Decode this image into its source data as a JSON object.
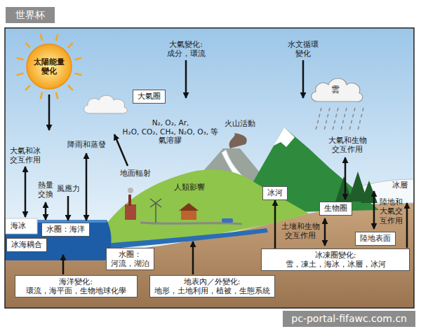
{
  "diagram": {
    "nodes": [
      {
        "text": [
          "太陽能量 變化"
        ]
      },
      {
        "text": [
          "大氣圈"
        ]
      },
      {
        "text": [
          "雲"
        ]
      },
      {
        "text": [
          "冰河"
        ]
      },
      {
        "text": [
          "生物圈"
        ]
      },
      {
        "text": [
          "水圈：海洋"
        ]
      },
      {
        "text": [
          "陸地表面"
        ]
      },
      {
        "text": [
          "冰海耦合"
        ]
      },
      {
        "text": [
          "水圈：",
          "河流，湖泊"
        ]
      },
      {
        "text": [
          "冰凍圈變化:",
          "雪，凍土，海冰，冰層，冰河"
        ]
      },
      {
        "text": [
          "海洋變化:",
          "環流，海平面，生物地球化學"
        ]
      },
      {
        "text": [
          "地表內／外變化:",
          "地形，土地利用，植被，生態系統"
        ]
      }
    ],
    "edges": [
      {
        "from": 9,
        "to": 3,
        "arrow": "to"
      }
    ],
    "labels": [
      "世界杯",
      "大氣變化: 成分，環流",
      "水文循環 變化",
      "N₂, O₂, Ar, H₂O, CO₂, CH₄, N₂O, O₃, 等 氣溶膠",
      "火山活動",
      "大氣和冰 交互作用",
      "熱量 交換",
      "風應力",
      "降雨和蒸發",
      "地面輻射",
      "人類影響",
      "大氣和生物 交互作用",
      "冰層",
      "海冰",
      "土壤和生物 交互作用",
      "陸地和 大氣交 互作用",
      "pc-portal-fifawc.com.cn"
    ]
  }
}
